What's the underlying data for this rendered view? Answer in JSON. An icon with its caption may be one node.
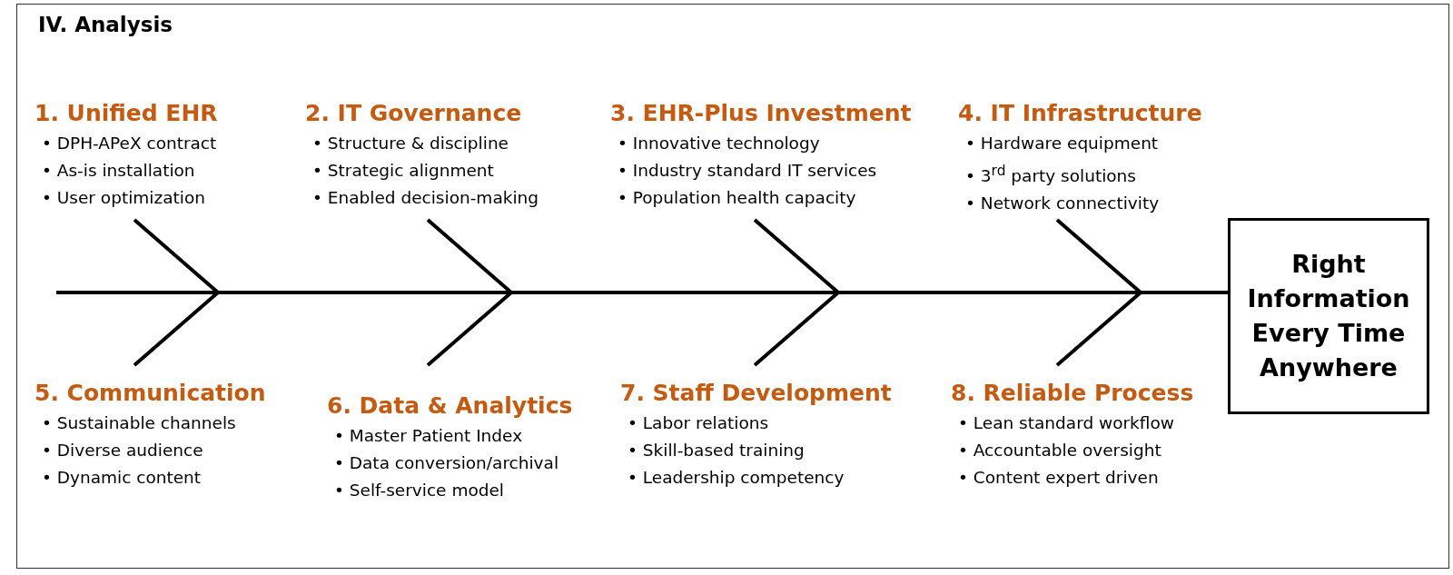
{
  "diagram": {
    "title": "IV. Analysis",
    "nodes": [
      {
        "text": [
          "1.  Unified EHR",
          "• DPH-APeX contract",
          "• As-is installation",
          "• User optimization"
        ]
      },
      {
        "text": [
          "2.  IT Governance",
          "• Structure & discipline",
          "• Strategic alignment",
          "• Enabled decision-making"
        ]
      },
      {
        "text": [
          "3.  EHR-Plus Investment",
          "• Innovative technology",
          "• Industry standard IT services",
          "• Population health capacity"
        ]
      },
      {
        "text": [
          "4. IT Infrastructure",
          "• Hardware equipment",
          "• 3$^{rd}$ party solutions",
          "• Network connectivity"
        ]
      },
      {
        "text": [
          "5.  Communication",
          "• Sustainable channels",
          "• Diverse audience",
          "• Dynamic content"
        ]
      },
      {
        "text": [
          "6.  Data & Analytics",
          "• Master Patient Index",
          "• Data conversion/archival",
          "• Self-service model"
        ]
      },
      {
        "text": [
          "7.  Staff Development",
          "• Labor relations",
          "• Skill-based training",
          "• Leadership competency"
        ]
      },
      {
        "text": [
          "8.  Reliable Process",
          "• Lean standard workflow",
          "• Accountable oversight",
          "• Content expert driven"
        ]
      },
      {
        "text": [
          "Right Information Every Time Anywhere"
        ]
      }
    ],
    "edges": [
      {
        "from": null,
        "to": 8,
        "arrow": "none"
      },
      {
        "from": 0,
        "to": 8,
        "arrow": "none"
      },
      {
        "from": 1,
        "to": 8,
        "arrow": "none"
      },
      {
        "from": 2,
        "to": 8,
        "arrow": "none"
      },
      {
        "from": 3,
        "to": 8,
        "arrow": "none"
      },
      {
        "from": 4,
        "to": 8,
        "arrow": "none"
      },
      {
        "from": 5,
        "to": 8,
        "arrow": "none"
      },
      {
        "from": 6,
        "to": 8,
        "arrow": "none"
      },
      {
        "from": 7,
        "to": 8,
        "arrow": "none"
      }
    ]
  }
}
